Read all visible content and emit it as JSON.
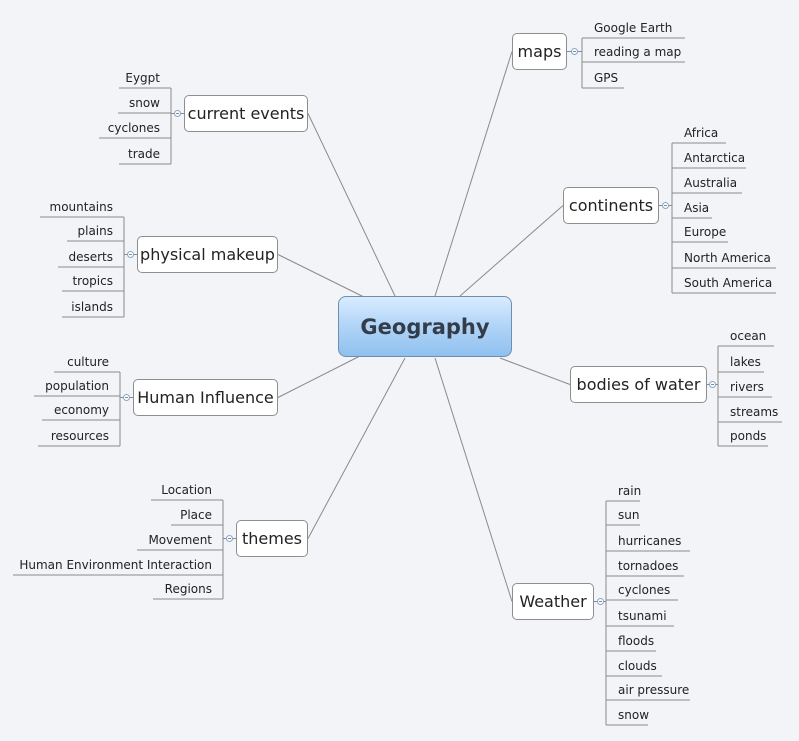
{
  "center": {
    "label": "Geography"
  },
  "topics": [
    {
      "id": "maps",
      "label": "maps",
      "leaves": [
        "Google Earth",
        "reading a map",
        "GPS"
      ]
    },
    {
      "id": "current-events",
      "label": "current events",
      "leaves": [
        "Eygpt",
        "snow",
        "cyclones",
        "trade"
      ]
    },
    {
      "id": "continents",
      "label": "continents",
      "leaves": [
        "Africa",
        "Antarctica",
        "Australia",
        "Asia",
        "Europe",
        "North America",
        "South America"
      ]
    },
    {
      "id": "physical-makeup",
      "label": "physical makeup",
      "leaves": [
        "mountains",
        "plains",
        "deserts",
        "tropics",
        "islands"
      ]
    },
    {
      "id": "bodies-of-water",
      "label": "bodies of water",
      "leaves": [
        "ocean",
        "lakes",
        "rivers",
        "streams",
        "ponds"
      ]
    },
    {
      "id": "human-influence",
      "label": "Human Influence",
      "leaves": [
        "culture",
        "population",
        "economy",
        "resources"
      ]
    },
    {
      "id": "themes",
      "label": "themes",
      "leaves": [
        "Location",
        "Place",
        "Movement",
        "Human Environment Interaction",
        "Regions"
      ]
    },
    {
      "id": "weather",
      "label": "Weather",
      "leaves": [
        "rain",
        "sun",
        "hurricanes",
        "tornadoes",
        "cyclones",
        "tsunami",
        "floods",
        "clouds",
        "air pressure",
        "snow"
      ]
    }
  ]
}
